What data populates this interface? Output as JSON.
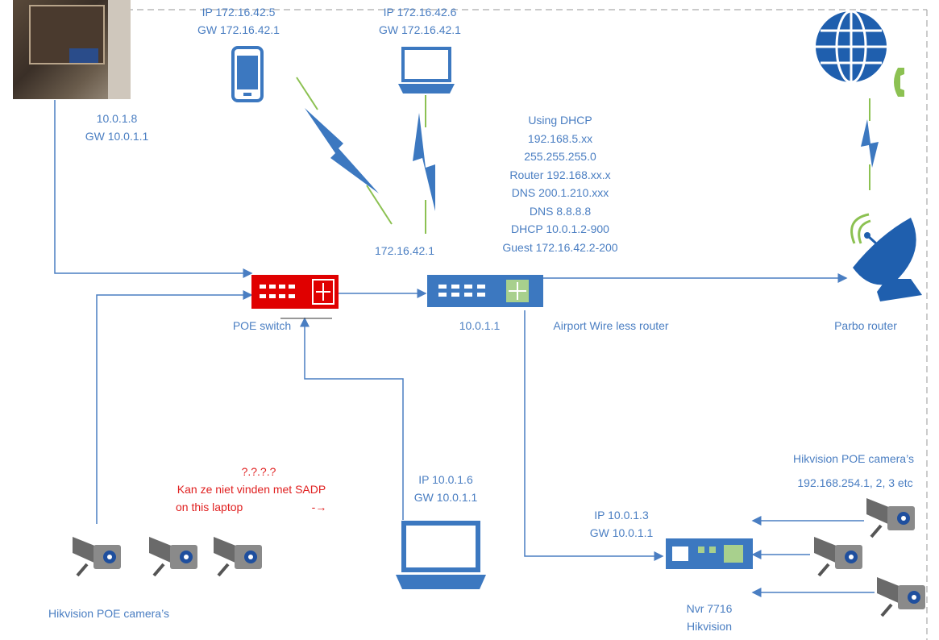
{
  "colors": {
    "blue": "#4a7ec2",
    "red_switch": "#e00000",
    "green_link": "#8cc152",
    "device_blue": "#3c78c0",
    "globe": "#1f5fae"
  },
  "labels": {
    "phone_ip": "IP 172.16.42.5",
    "phone_gw": "GW 172.16.42.1",
    "laptop_top_ip": "IP 172.16.42.6",
    "laptop_top_gw": "GW 172.16.42.1",
    "photo_ip": "10.0.1.8",
    "photo_gw": "GW 10.0.1.1",
    "wifi_ip": "172.16.42.1",
    "dhcp": [
      "Using DHCP",
      "192.168.5.xx",
      "255.255.255.0",
      "Router 192.168.xx.x",
      "DNS 200.1.210.xxx",
      "DNS 8.8.8.8",
      "DHCP 10.0.1.2-900",
      "Guest 172.16.42.2-200"
    ],
    "poe_switch": "POE switch",
    "router_ip": "10.0.1.1",
    "airport": "Airport Wire less router",
    "parbo": "Parbo router",
    "laptop_bottom_ip": "IP 10.0.1.6",
    "laptop_bottom_gw": "GW 10.0.1.1",
    "question": "?.?.?.?",
    "sadp_line1": "Kan ze niet vinden met SADP",
    "sadp_line2": "on this laptop",
    "arrow_text": "-→",
    "nvr_ip": "IP 10.0.1.3",
    "nvr_gw": "GW 10.0.1.1",
    "nvr_name": "Nvr 7716",
    "nvr_brand": "Hikvision",
    "cams_right_title": "Hikvision POE camera’s",
    "cams_right_ips": "192.168.254.1, 2, 3 etc",
    "cams_left_title": "Hikvision POE camera’s"
  },
  "icons": [
    "photo-equipment-icon",
    "smartphone-icon",
    "laptop-icon",
    "globe-icon",
    "phone-handset-icon",
    "satellite-dish-icon",
    "poe-switch-icon",
    "wireless-router-icon",
    "nvr-icon",
    "security-camera-icon",
    "lightning-icon"
  ]
}
